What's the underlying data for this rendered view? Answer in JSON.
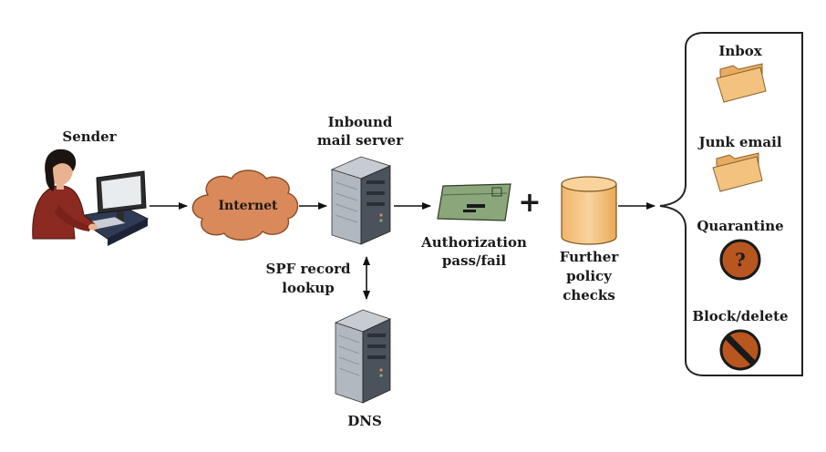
{
  "nodes": {
    "sender": "Sender",
    "internet": "Internet",
    "inbound_line1": "Inbound",
    "inbound_line2": "mail server",
    "spf_line1": "SPF record",
    "spf_line2": "lookup",
    "dns": "DNS",
    "auth_line1": "Authorization",
    "auth_line2": "pass/fail",
    "plus": "+",
    "policy_line1": "Further",
    "policy_line2": "policy",
    "policy_line3": "checks"
  },
  "outcomes": {
    "inbox": "Inbox",
    "junk": "Junk email",
    "quarantine": "Quarantine",
    "quarantine_symbol": "?",
    "block": "Block/delete"
  },
  "icons": [
    "person-at-computer-icon",
    "cloud-icon",
    "server-icon",
    "envelope-icon",
    "database-icon",
    "folder-icon",
    "question-icon",
    "prohibited-icon"
  ],
  "colors": {
    "cloud": "#d9895a",
    "folder": "#f3c27e",
    "envelope": "#8aa67a",
    "database": "#f5c886",
    "server": "#7d8792",
    "quarantine": "#b8561f",
    "block": "#b8561f",
    "person_shirt": "#8b2a20"
  }
}
